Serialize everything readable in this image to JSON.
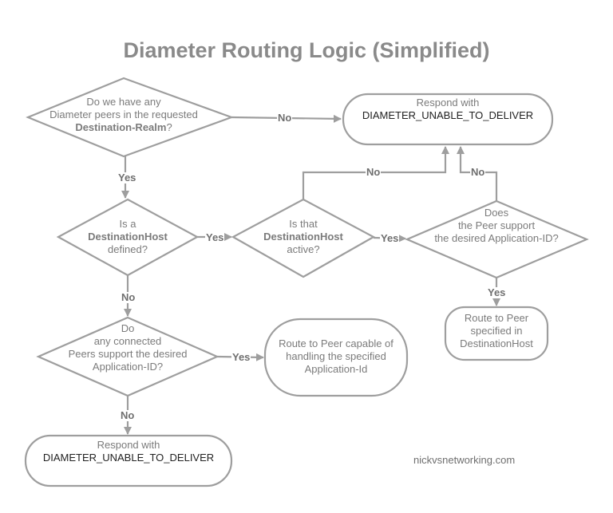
{
  "title": "Diameter Routing Logic (Simplified)",
  "credit": "nickvsnetworking.com",
  "colors": {
    "stroke": "#9e9e9e",
    "text": "#7b7b7b",
    "title": "#8a8a8a",
    "code": "#222222"
  },
  "nodes": {
    "q_peers_realm": {
      "line1": "Do we have any",
      "line2": "Diameter peers in the requested",
      "line3_bold": "Destination-Realm",
      "line3_suffix": "?"
    },
    "end_unable_top": {
      "line1": "Respond with",
      "line2": "DIAMETER_UNABLE_TO_DELIVER"
    },
    "q_dest_host_defined": {
      "line1": "Is a",
      "line2_bold": "DestinationHost",
      "line3": "defined?"
    },
    "q_dest_host_active": {
      "line1": "Is that",
      "line2_bold": "DestinationHost",
      "line3": "active?"
    },
    "q_peer_supports_app": {
      "line1": "Does",
      "line2": "the Peer support",
      "line3": "the desired Application-ID?"
    },
    "end_route_dest_host": {
      "line1": "Route to Peer",
      "line2": "specified in",
      "line3": "DestinationHost"
    },
    "q_any_peers_support": {
      "line1": "Do",
      "line2": "any connected",
      "line3": "Peers support the desired",
      "line4": "Application-ID?"
    },
    "end_route_capable": {
      "line1": "Route to Peer capable of",
      "line2": "handling the specified",
      "line3": "Application-Id"
    },
    "end_unable_bottom": {
      "line1": "Respond with",
      "line2": "DIAMETER_UNABLE_TO_DELIVER"
    }
  },
  "edge_labels": {
    "realm_no": "No",
    "realm_yes": "Yes",
    "defined_yes": "Yes",
    "defined_no": "No",
    "active_no": "No",
    "active_yes": "Yes",
    "app_no": "No",
    "app_yes": "Yes",
    "any_yes": "Yes",
    "any_no": "No"
  }
}
